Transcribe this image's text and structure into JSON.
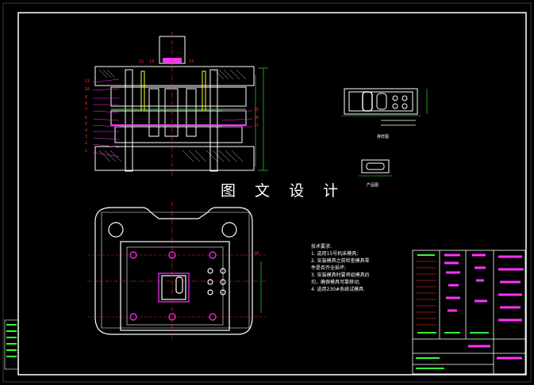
{
  "canvas": {
    "background": "#000000",
    "frame_color": "#ffffff",
    "accent_magenta": "#ff33ff",
    "accent_green": "#33ff33",
    "accent_red": "#ff3030",
    "accent_yellow": "#ffff33",
    "accent_cyan": "#33ffff"
  },
  "watermark": "图 文 设 计",
  "tech_requirements": {
    "title": "技术要求:",
    "items": [
      "1. 选用15号机床模具;",
      "2. 安装模具之前检查模具零",
      "件是否齐全损坏;",
      "3. 安装模具时要将组模具后",
      "均，确保模具可靠移动;",
      "4. 选用230#系统试模具."
    ]
  },
  "view_labels": {
    "layout": "排样图",
    "product": "产品图"
  },
  "balloons": {
    "left": [
      "11",
      "10",
      "9",
      "8",
      "7",
      "6",
      "5",
      "4",
      "3",
      "2",
      "1"
    ],
    "right": [
      "15",
      "16",
      "17"
    ],
    "top": [
      "12",
      "13",
      "14"
    ],
    "plan": "18"
  }
}
